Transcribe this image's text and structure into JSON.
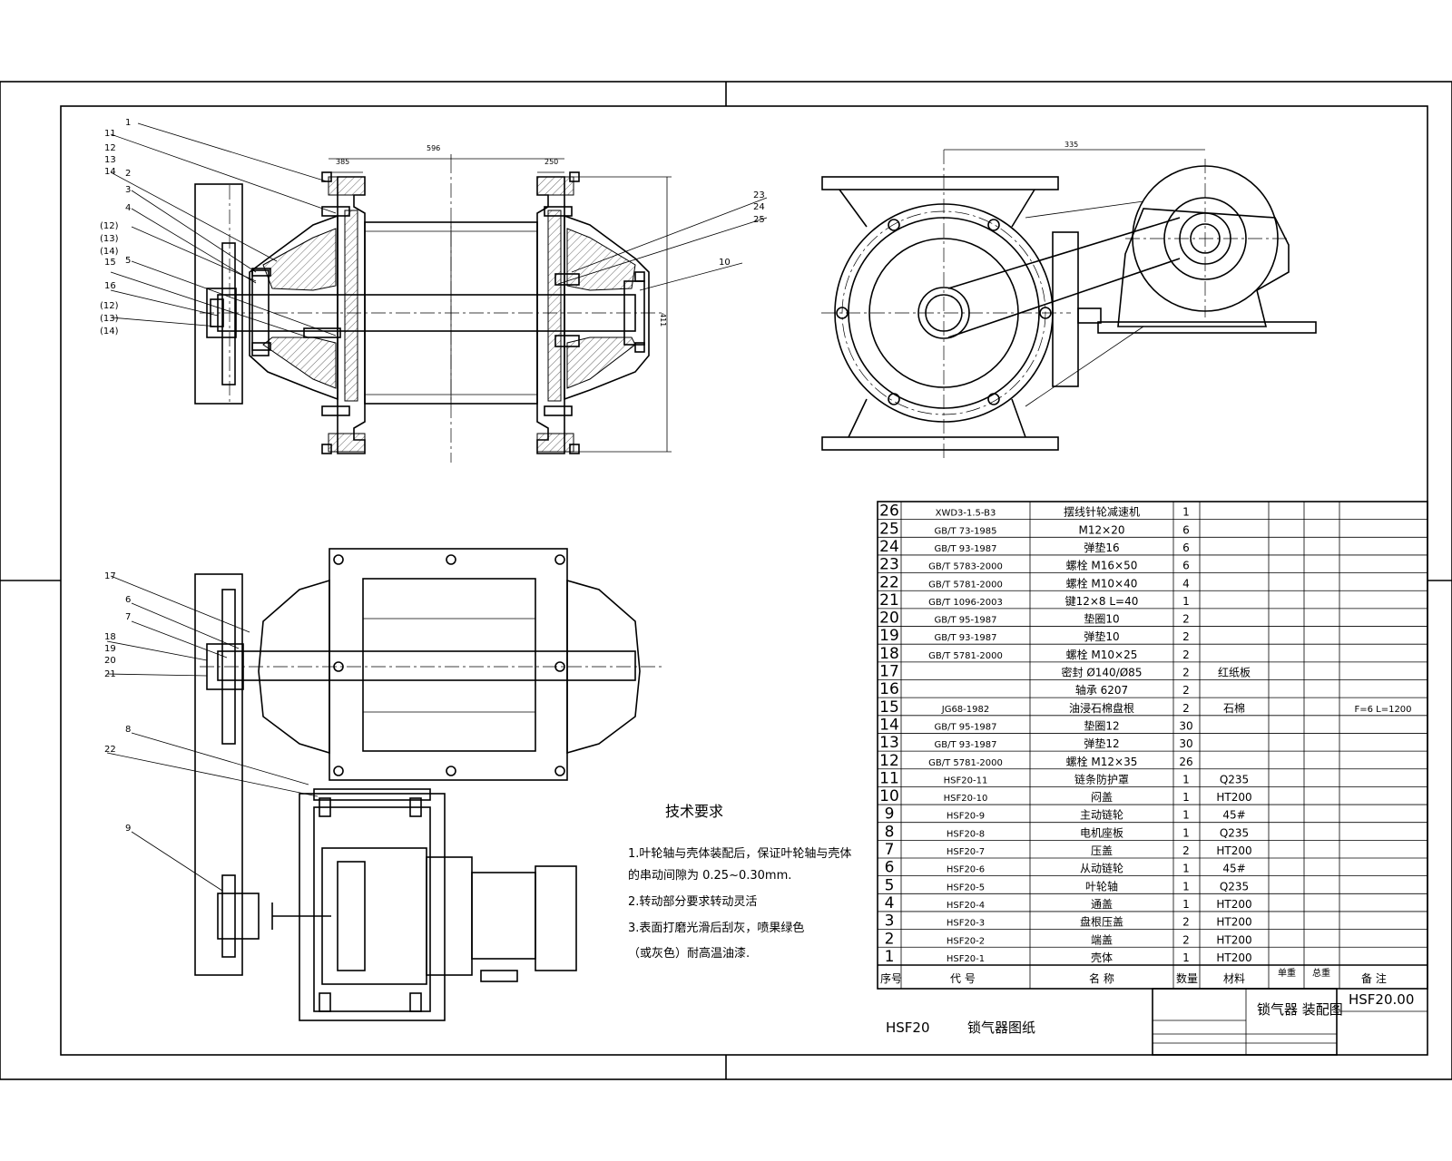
{
  "dimensions": {
    "top_overall": "596",
    "top_left": "385",
    "top_right": "250",
    "height": "411",
    "side_width": "335"
  },
  "balloons_front": [
    "1",
    "11",
    "12",
    "13",
    "14",
    "2",
    "3",
    "4",
    "(12)",
    "(13)",
    "(14)",
    "5",
    "15",
    "16",
    "(12)",
    "(13)",
    "(14)",
    "23",
    "24",
    "25",
    "10"
  ],
  "balloons_plan": [
    "17",
    "6",
    "7",
    "18",
    "19",
    "20",
    "21",
    "8",
    "22",
    "9"
  ],
  "tech": {
    "heading": "技术要求",
    "lines": [
      "1.叶轮轴与壳体装配后，保证叶轮轴与壳体",
      "的串动间隙为 0.25~0.30mm.",
      "2.转动部分要求转动灵活",
      "3.表面打磨光滑后刮灰，喷果绿色",
      "（或灰色）耐高温油漆."
    ]
  },
  "bom": {
    "rows": [
      [
        "26",
        "XWD3-1.5-B3",
        "摆线针轮减速机",
        "1",
        "",
        "",
        ""
      ],
      [
        "25",
        "GB/T 73-1985",
        "M12×20",
        "6",
        "",
        "",
        ""
      ],
      [
        "24",
        "GB/T 93-1987",
        "弹垫16",
        "6",
        "",
        "",
        ""
      ],
      [
        "23",
        "GB/T 5783-2000",
        "螺栓 M16×50",
        "6",
        "",
        "",
        ""
      ],
      [
        "22",
        "GB/T 5781-2000",
        "螺栓 M10×40",
        "4",
        "",
        "",
        ""
      ],
      [
        "21",
        "GB/T 1096-2003",
        "键12×8 L=40",
        "1",
        "",
        "",
        ""
      ],
      [
        "20",
        "GB/T 95-1987",
        "垫圈10",
        "2",
        "",
        "",
        ""
      ],
      [
        "19",
        "GB/T 93-1987",
        "弹垫10",
        "2",
        "",
        "",
        ""
      ],
      [
        "18",
        "GB/T 5781-2000",
        "螺栓 M10×25",
        "2",
        "",
        "",
        ""
      ],
      [
        "17",
        "",
        "密封 Ø140/Ø85",
        "2",
        "红纸板",
        "",
        ""
      ],
      [
        "16",
        "",
        "轴承 6207",
        "2",
        "",
        "",
        ""
      ],
      [
        "15",
        "JG68-1982",
        "油浸石棉盘根",
        "2",
        "石棉",
        "",
        "F=6 L=1200"
      ],
      [
        "14",
        "GB/T 95-1987",
        "垫圈12",
        "30",
        "",
        "",
        ""
      ],
      [
        "13",
        "GB/T 93-1987",
        "弹垫12",
        "30",
        "",
        "",
        ""
      ],
      [
        "12",
        "GB/T 5781-2000",
        "螺栓 M12×35",
        "26",
        "",
        "",
        ""
      ],
      [
        "11",
        "HSF20-11",
        "链条防护罩",
        "1",
        "Q235",
        "",
        ""
      ],
      [
        "10",
        "HSF20-10",
        "闷盖",
        "1",
        "HT200",
        "",
        ""
      ],
      [
        "9",
        "HSF20-9",
        "主动链轮",
        "1",
        "45#",
        "",
        ""
      ],
      [
        "8",
        "HSF20-8",
        "电机座板",
        "1",
        "Q235",
        "",
        ""
      ],
      [
        "7",
        "HSF20-7",
        "压盖",
        "2",
        "HT200",
        "",
        ""
      ],
      [
        "6",
        "HSF20-6",
        "从动链轮",
        "1",
        "45#",
        "",
        ""
      ],
      [
        "5",
        "HSF20-5",
        "叶轮轴",
        "1",
        "Q235",
        "",
        ""
      ],
      [
        "4",
        "HSF20-4",
        "通盖",
        "1",
        "HT200",
        "",
        ""
      ],
      [
        "3",
        "HSF20-3",
        "盘根压盖",
        "2",
        "HT200",
        "",
        ""
      ],
      [
        "2",
        "HSF20-2",
        "端盖",
        "2",
        "HT200",
        "",
        ""
      ],
      [
        "1",
        "HSF20-1",
        "壳体",
        "1",
        "HT200",
        "",
        ""
      ]
    ],
    "header": {
      "no": "序号",
      "code": "代 号",
      "name": "名 称",
      "qty": "数量",
      "material": "材料",
      "unit_weight": "单重",
      "total_weight": "总重",
      "remark": "备 注"
    }
  },
  "title_block": {
    "model": "HSF20",
    "drawing_name": "锁气器图纸",
    "product_title": "锁气器 装配图",
    "drawing_no": "HSF20.00"
  }
}
